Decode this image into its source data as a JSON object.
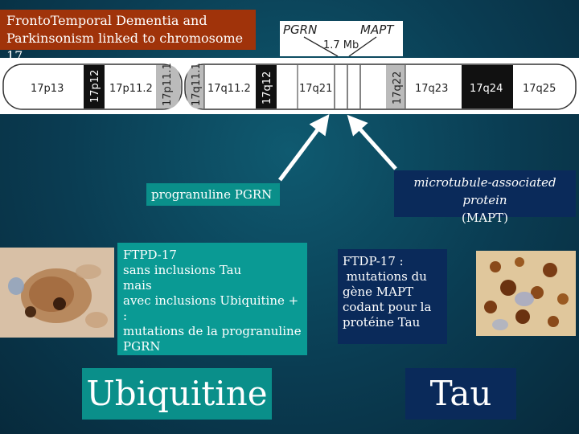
{
  "title": {
    "line1": "FrontoTemporal Dementia and",
    "line2": "Parkinsonism linked to chromosome 17"
  },
  "gene_map": {
    "gene1": "PGRN",
    "gene2": "MAPT",
    "distance": "1.7 Mb"
  },
  "chromosome": {
    "bands": [
      "17p13",
      "17p12",
      "17p11.2",
      "17p11.1",
      "17q11.1",
      "17q11.2",
      "17q12",
      "17q21",
      "17q22",
      "17q23",
      "17q24",
      "17q25"
    ]
  },
  "labels": {
    "progranuline": "progranuline PGRN",
    "mapt_line1": "microtubule-associated protein",
    "mapt_line2": "(MAPT)"
  },
  "ftpd": {
    "lines": [
      "FTPD-17",
      "sans inclusions Tau",
      "mais",
      "avec inclusions Ubiquitine + :",
      "mutations de la progranuline",
      "PGRN"
    ]
  },
  "ftdp": {
    "lines": [
      "FTDP-17 :",
      " mutations du",
      "gène MAPT",
      "codant pour la",
      "protéine Tau"
    ]
  },
  "big_labels": {
    "ubiquitine": "Ubiquitine",
    "tau": "Tau"
  },
  "colors": {
    "title_bg": "#a0330a",
    "teal": "#0a8f8a",
    "navy": "#0a2a5a",
    "background": "#0a3c52"
  }
}
